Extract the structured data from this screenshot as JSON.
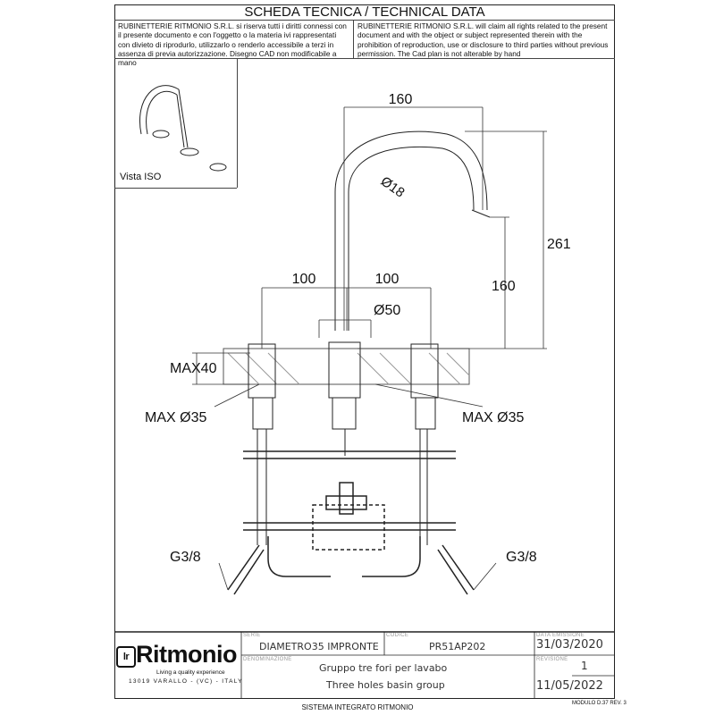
{
  "header": {
    "title": "SCHEDA TECNICA / TECHNICAL DATA",
    "note_it": "RUBINETTERIE RITMONIO S.R.L. si riserva tutti i diritti connessi con il presente documento e con l'oggetto o la materia ivi rappresentati con divieto di riprodurlo, utilizzarlo o renderlo accessibile a terzi in assenza di previa autorizzazione. Disegno CAD non modificabile a mano",
    "note_en": "RUBINETTERIE RITMONIO S.R.L. will claim all rights related to the present document and with the object or subject represented therein with the prohibition  of reproduction, use or disclosure to third parties without previous permission.  The Cad plan is not alterable by hand"
  },
  "iso_view": {
    "label": "Vista ISO"
  },
  "dimensions": {
    "spout_reach": "160",
    "spout_diameter": "Ø18",
    "total_height": "261",
    "spout_height": "160",
    "left_spacing": "100",
    "right_spacing": "100",
    "body_diameter": "Ø50",
    "max_thickness": "MAX40",
    "max_hole_left": "MAX Ø35",
    "max_hole_right": "MAX Ø35",
    "thread_left": "G3/8",
    "thread_right": "G3/8"
  },
  "title_block": {
    "logo": "Ritmonio",
    "tagline": "Living a quality experience",
    "address": "13019 VARALLO - (VC) - ITALY",
    "serie_label": "SERIE",
    "serie": "DIAMETRO35  IMPRONTE",
    "codice_label": "CODICE",
    "codice": "PR51AP202",
    "data_label": "DATA EMISSIONE",
    "data": "31/03/2020",
    "denominazione_label": "DENOMINAZIONE",
    "name_it": "Gruppo  tre  fori  per  lavabo",
    "name_en": "Three  holes  basin  group",
    "revisione_label": "REVISIONE",
    "revisione": "1",
    "revision_date": "11/05/2022"
  },
  "footer": {
    "system": "SISTEMA INTEGRATO RITMONIO",
    "module": "MODULO D.37 REV. 3"
  }
}
